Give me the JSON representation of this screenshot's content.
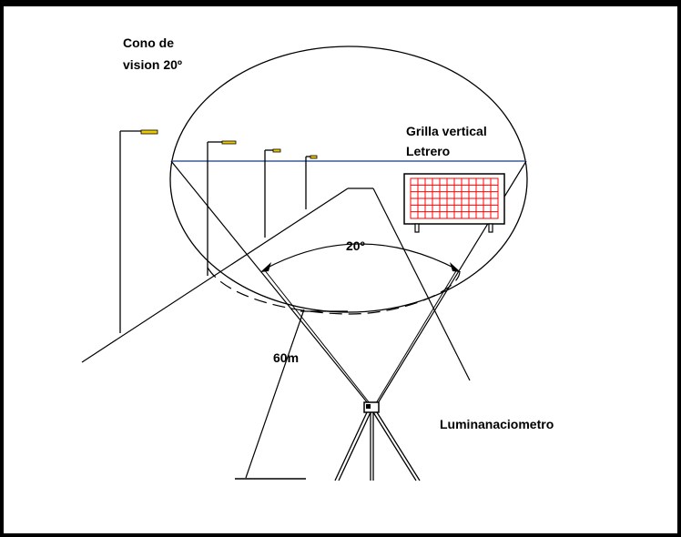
{
  "labels": {
    "cone_line1": "Cono de",
    "cone_line2": "vision 20º",
    "grid_line1": "Grilla vertical",
    "grid_line2": "Letrero",
    "angle": "20º",
    "distance": "60m",
    "instrument": "Luminanaciometro"
  },
  "colors": {
    "lamp": "#f0c800",
    "horizon_line": "#3d5a99",
    "grid": "#ff0000",
    "sign_border": "#000000"
  }
}
